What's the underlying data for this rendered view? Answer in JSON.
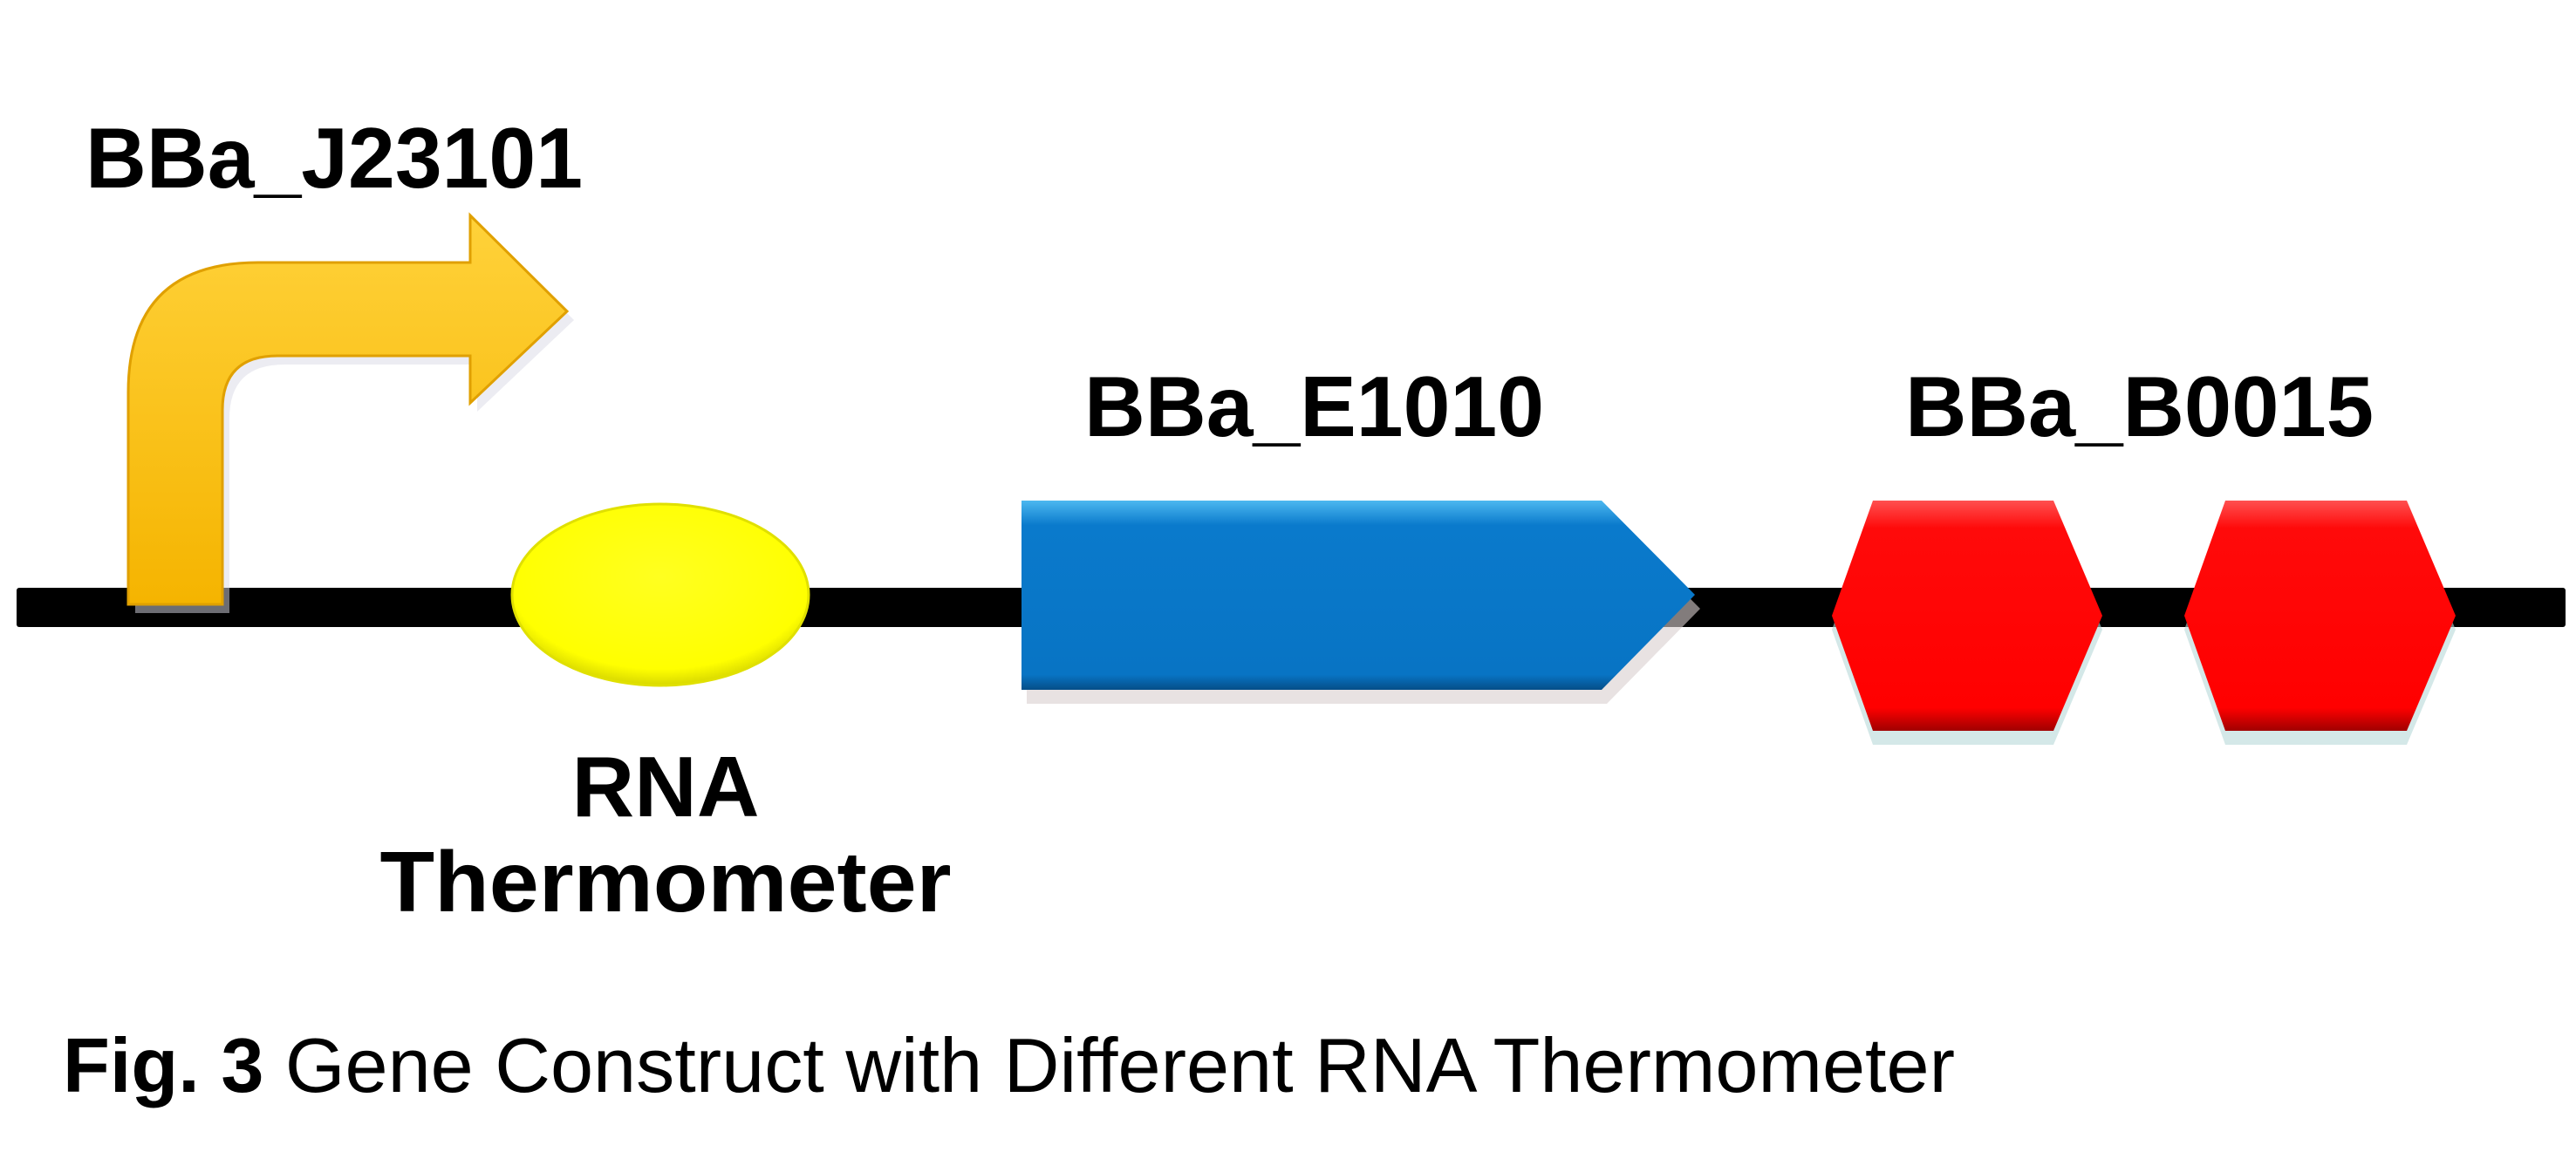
{
  "diagram": {
    "parts": [
      {
        "id": "promoter",
        "label": "BBa_J23101",
        "color": "#FFC000"
      },
      {
        "id": "rna_thermometer",
        "label_line1": "RNA",
        "label_line2": "Thermometer",
        "color": "#FFFF00"
      },
      {
        "id": "cds",
        "label": "BBa_E1010",
        "color": "#0878C8"
      },
      {
        "id": "terminator",
        "label": "BBa_B0015",
        "color": "#FF0000"
      }
    ],
    "backbone_color": "#000000"
  },
  "caption": {
    "prefix": "Fig. 3",
    "text": " Gene Construct with Different RNA Thermometer"
  }
}
